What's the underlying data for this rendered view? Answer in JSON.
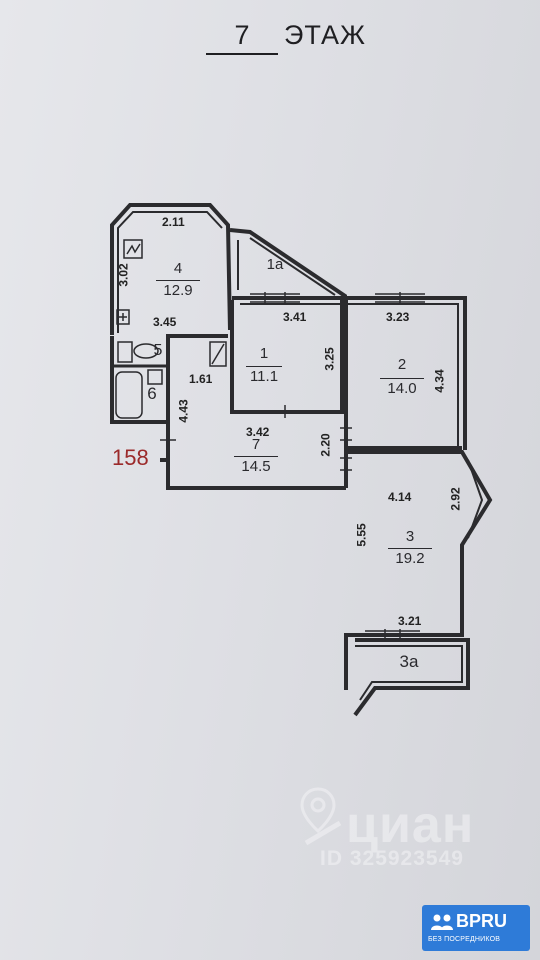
{
  "header": {
    "floor_number": "7",
    "floor_word": "ЭТАЖ"
  },
  "dimensions": {
    "d_2_11": "2.11",
    "d_3_02": "3.02",
    "d_3_45": "3.45",
    "d_1_61": "1.61",
    "d_4_43": "4.43",
    "d_3_41": "3.41",
    "d_3_25": "3.25",
    "d_3_42": "3.42",
    "d_2_20": "2.20",
    "d_3_23": "3.23",
    "d_4_34": "4.34",
    "d_4_14": "4.14",
    "d_2_92": "2.92",
    "d_5_55": "5.55",
    "d_3_21": "3.21"
  },
  "rooms": {
    "r4": {
      "number": "4",
      "area": "12.9"
    },
    "r1a": {
      "number": "1а"
    },
    "r1": {
      "number": "1",
      "area": "11.1"
    },
    "r2": {
      "number": "2",
      "area": "14.0"
    },
    "r5": {
      "number": "5"
    },
    "r6": {
      "number": "6"
    },
    "r7": {
      "number": "7",
      "area": "14.5"
    },
    "r3": {
      "number": "3",
      "area": "19.2"
    },
    "r3a": {
      "number": "3а"
    }
  },
  "plan_code": "158",
  "watermark": {
    "brand": "циан",
    "listing_id": "ID 325923549",
    "icon": "map-pin-icon"
  },
  "badge": {
    "brand": "BPRU",
    "tagline": "БЕЗ ПОСРЕДНИКОВ",
    "color": "#2e7bd8",
    "icon": "people-icon"
  },
  "colors": {
    "wall": "#2b2b2e",
    "paper": "#e2e3e7",
    "code_red": "#9b2a2a"
  }
}
